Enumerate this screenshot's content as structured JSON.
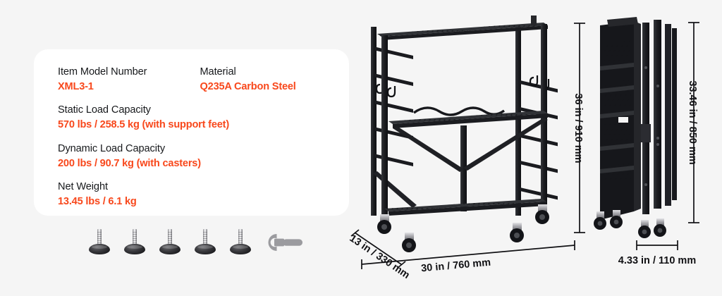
{
  "page": {
    "background_color": "#f5f5f5",
    "accent_color": "#f8481c",
    "text_color": "#16181b"
  },
  "spec_card": {
    "background_color": "#ffffff",
    "specs": [
      {
        "label": "Item Model Number",
        "value": "XML3-1"
      },
      {
        "label": "Material",
        "value": "Q235A Carbon Steel"
      },
      {
        "label": "Static Load Capacity",
        "value": "570 lbs / 258.5 kg (with support feet)"
      },
      {
        "label": "Dynamic Load Capacity",
        "value": "200 lbs / 90.7 kg (with casters)"
      },
      {
        "label": "Net Weight",
        "value": "13.45 lbs / 6.1 kg"
      }
    ]
  },
  "accessories": {
    "feet_count": 5,
    "items": [
      {
        "name": "support-foot"
      },
      {
        "name": "support-foot"
      },
      {
        "name": "support-foot"
      },
      {
        "name": "support-foot"
      },
      {
        "name": "support-foot"
      },
      {
        "name": "wrench"
      }
    ]
  },
  "product": {
    "assembled": {
      "name": "3-tier foldable storage rack with casters",
      "shelf_count": 3,
      "caster_count": 4,
      "hook_count": 4,
      "dimensions": {
        "width": "30 in / 760 mm",
        "depth": "13 in / 330 mm",
        "height": "36 in / 910 mm"
      }
    },
    "folded": {
      "name": "rack folded flat",
      "dimensions": {
        "height": "33.46 in / 850 mm",
        "width": "4.33 in / 110 mm"
      }
    }
  }
}
